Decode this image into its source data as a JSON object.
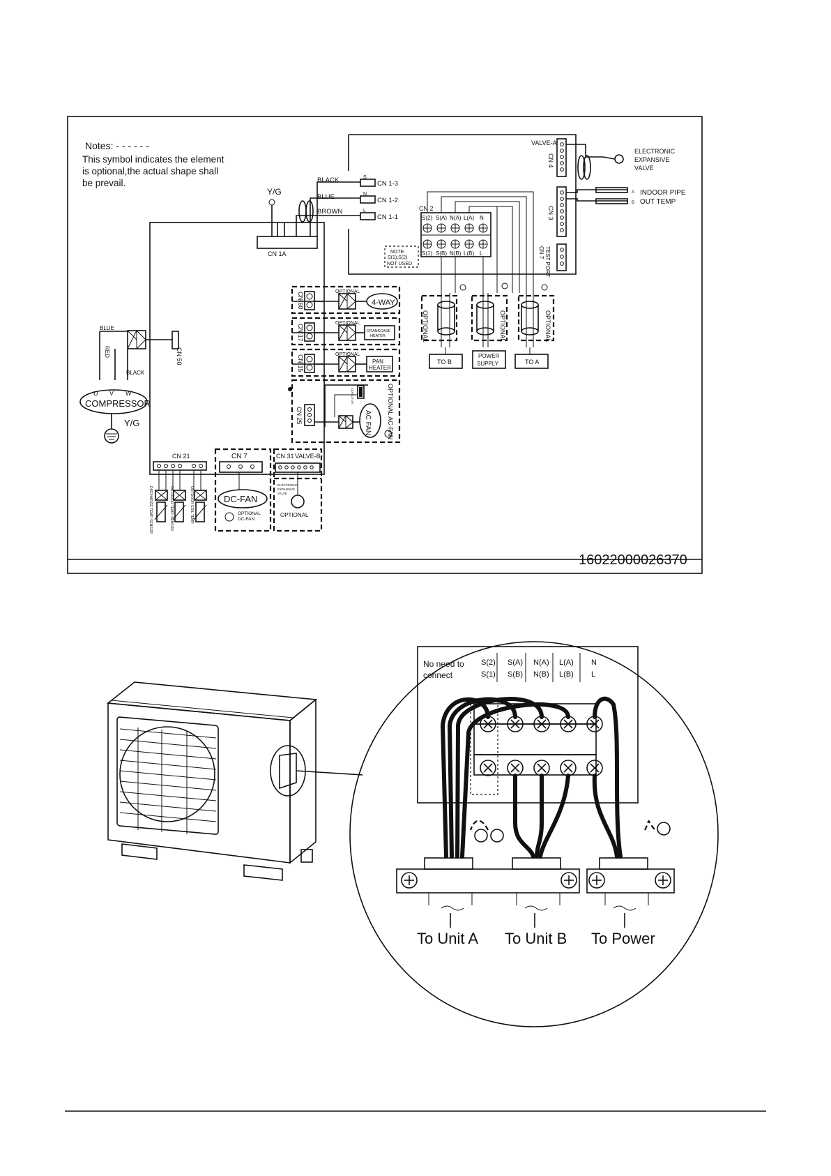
{
  "wiring_diagram": {
    "notes": {
      "title": "Notes: - - - - - -",
      "line1": "This symbol indicates the element",
      "line2": "is  optional,the actual shape shall",
      "line3": "be prevail."
    },
    "connectors": {
      "cn1a": "CN 1A",
      "cn1_3": "CN 1-3",
      "cn1_2": "CN 1-2",
      "cn1_1": "CN 1-1",
      "cn2": "CN 2",
      "cn4": "CN 4",
      "cn3": "CN 3",
      "cn7_test": "CN 7",
      "cn60": "CN 60",
      "cn17": "CN 17",
      "cn15": "CN 15",
      "cn50": "CN 50",
      "cn25": "CN 25",
      "cn21": "CN 21",
      "cn7": "CN 7",
      "cn31": "CN 31"
    },
    "wire_labels": {
      "black": "BLACK",
      "blue": "BLUE",
      "brown": "BROWN",
      "s": "S",
      "n": "N",
      "l": "L"
    },
    "yg_top": "Y/G",
    "terminals_top": [
      "S(2)",
      "S(A)",
      "N(A)",
      "L(A)",
      "N"
    ],
    "terminals_bottom": [
      "S(1)",
      "S(B)",
      "N(B)",
      "L(B)",
      "L"
    ],
    "note_box": [
      "NOTE",
      "S(1),S(2)",
      "NOT USED"
    ],
    "valve_a": "VALVE-A",
    "electronic_valve": [
      "ELECTRONIC",
      "EXPANSIVE",
      "VALVE"
    ],
    "indoor_pipe": [
      "INDOOR PIPE",
      "OUT TEMP"
    ],
    "temp_letters": [
      "A",
      "B"
    ],
    "test_port": "TEST PORT",
    "optional": "OPTIONAL",
    "four_way": "4-WAY",
    "crankcase_heater": [
      "CRANKCASE",
      "HEATER"
    ],
    "pan_heater": [
      "PAN",
      "HEATER"
    ],
    "ac_fan": "AC FAN",
    "optional_ac_fan": "OPTIONAL AC-FAN",
    "capacitor": "CAPACITOR",
    "compressor": "COMPRESSOR",
    "uvw": [
      "U",
      "V",
      "W"
    ],
    "comp_wires": {
      "blue": "BLUE",
      "red": "RED",
      "black": "BLACK"
    },
    "yg_bottom": "Y/G",
    "dc_fan": "DC-FAN",
    "optional_dc_fan": [
      "OPTIONAL",
      "DC-FAN"
    ],
    "valve_b": "VALVE-B",
    "optional_valve_b": "OPTIONAL",
    "electronic_valve_b": [
      "ELECTRONIC",
      "EXPANSIVE",
      "VALVE"
    ],
    "sensors": [
      "DISCHARGE TEMP. SENSOR",
      "OUTDOOR TEMP. SENSOR",
      "OUTDOOR COIL TEMP."
    ],
    "destinations": {
      "to_b": "TO B",
      "power": [
        "POWER",
        "SUPPLY"
      ],
      "to_a": "TO A"
    },
    "part_number": "16022000026370"
  },
  "terminal_detail": {
    "top_row": [
      "S(2)",
      "S(A)",
      "N(A)",
      "L(A)",
      "N"
    ],
    "bottom_row": [
      "S(1)",
      "S(B)",
      "N(B)",
      "L(B)",
      "L"
    ],
    "no_need": [
      "No need to",
      "connect"
    ],
    "destinations": [
      "To Unit A",
      "To Unit B",
      "To Power"
    ]
  }
}
